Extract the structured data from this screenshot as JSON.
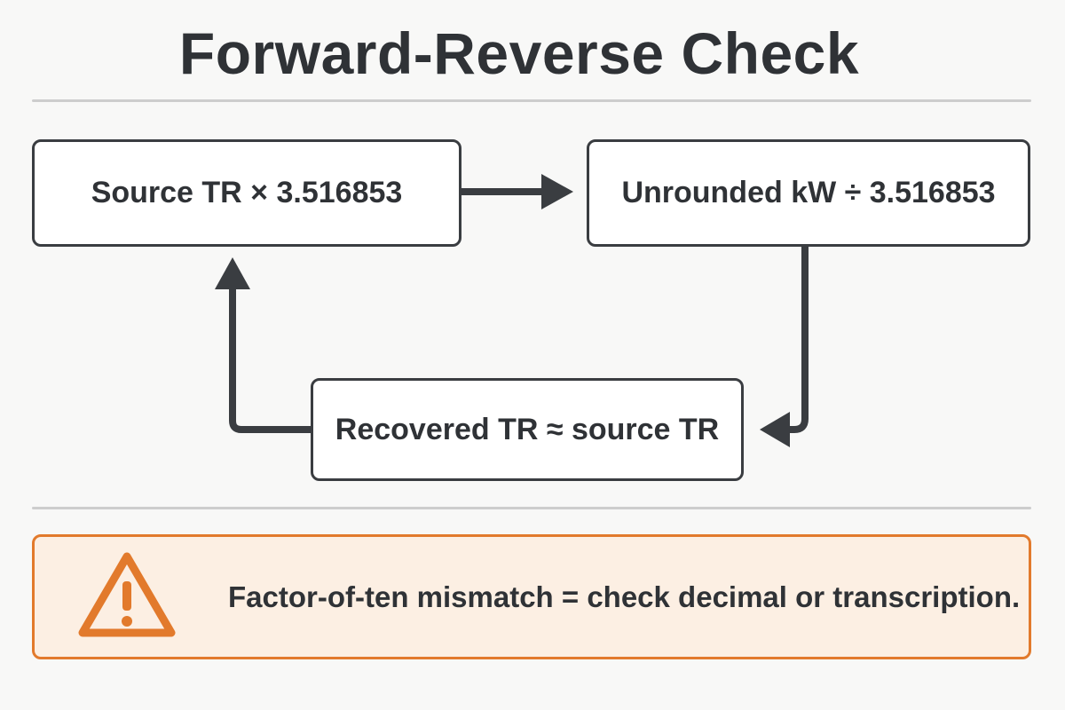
{
  "title": "Forward-Reverse Check",
  "flow": {
    "source_step": "Source TR × 3.516853",
    "unrounded_step": "Unrounded kW ÷ 3.516853",
    "recovered_step": "Recovered TR ≈ source TR"
  },
  "warning": {
    "icon": "warning-triangle-icon",
    "text": "Factor-of-ten mismatch = check decimal or transcription.",
    "accent_color": "#e27a2c",
    "background_color": "#fcefe3"
  },
  "colors": {
    "text": "#2f3236",
    "box_border": "#3a3d41",
    "divider": "#cdcdcd"
  }
}
